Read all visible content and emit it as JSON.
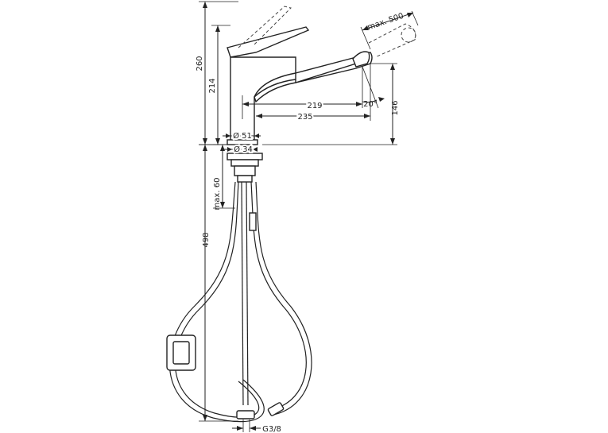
{
  "dimensions": {
    "total_height": "260",
    "body_height": "214",
    "spout_reach_219": "219",
    "spout_reach_235": "235",
    "spout_height": "146",
    "pullout_max": "max. 500",
    "angle": "20°",
    "base_diameter": "Ø 51",
    "shank_diameter": "Ø 34",
    "hose_length": "498",
    "deck_max": "max. 60",
    "connection": "G3/8"
  }
}
